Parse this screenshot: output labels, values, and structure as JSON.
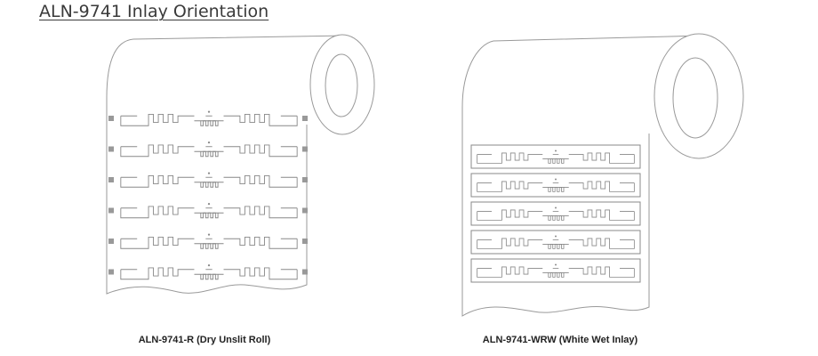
{
  "title": "ALN-9741 Inlay Orientation",
  "rolls": [
    {
      "caption": "ALN-9741-R (Dry Unslit Roll)",
      "inlay_count": 6
    },
    {
      "caption": "ALN-9741-WRW (White Wet Inlay)",
      "inlay_count": 5
    }
  ]
}
